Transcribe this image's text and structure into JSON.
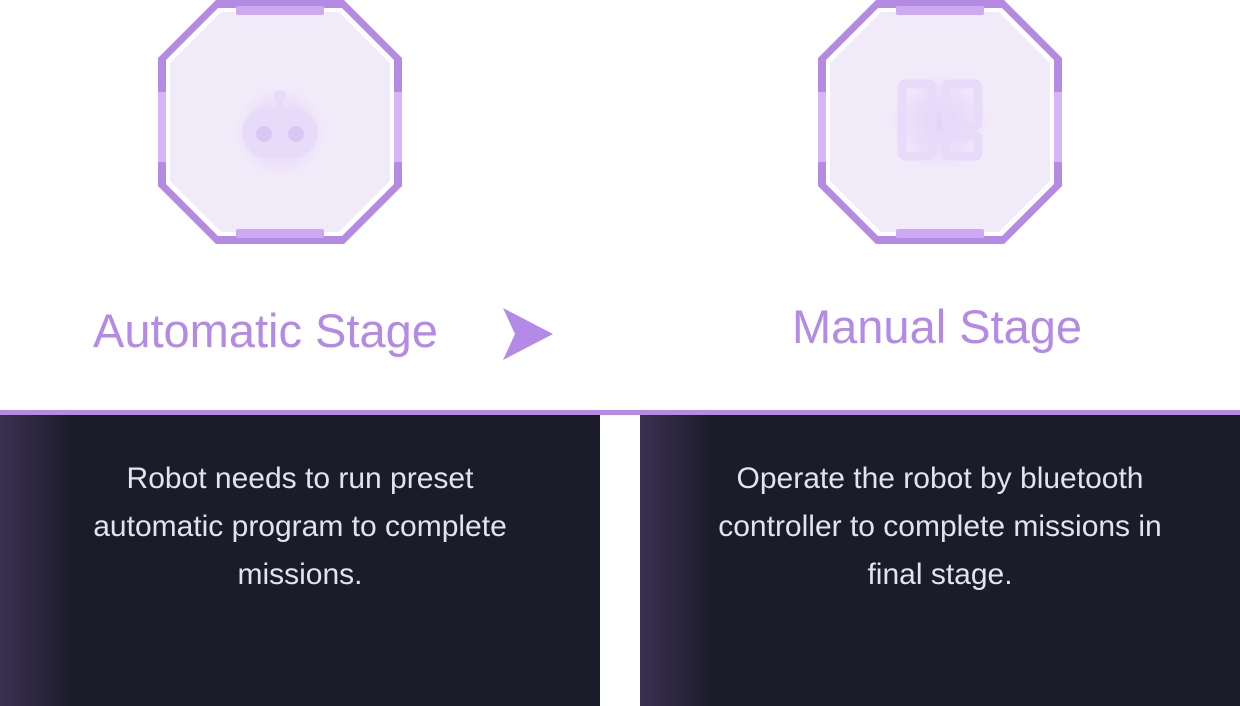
{
  "theme": {
    "accent": "#b38ae6",
    "frame_border": "#b58ae2",
    "frame_fill": "#f1ebf9",
    "icon_glow": "#e2d3f8",
    "panel_bg": "#1b1c29",
    "panel_text": "#e4e2f0"
  },
  "stages": [
    {
      "title": "Automatic Stage",
      "icon": "robot-icon",
      "description": "Robot needs to run preset automatic program to complete missions."
    },
    {
      "title": "Manual Stage",
      "icon": "controller-layout-icon",
      "description": "Operate the robot by bluetooth controller to complete missions in final stage."
    }
  ],
  "connector_icon": "arrow-right-icon"
}
